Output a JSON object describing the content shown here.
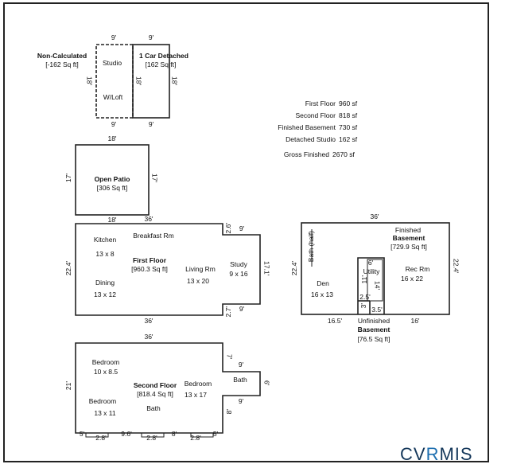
{
  "top": {
    "noncalc_title": "Non-Calculated",
    "noncalc_area": "[-162 Sq ft]",
    "garage_title": "1 Car Detached",
    "garage_area": "[162 Sq ft]",
    "studio": "Studio",
    "wloft": "W/Loft",
    "dim_9_a": "9'",
    "dim_9_b": "9'",
    "dim_9_c": "9'",
    "dim_9_d": "9'",
    "dim_18_a": "18'",
    "dim_18_b": "18'",
    "dim_18_c": "18'"
  },
  "summary": {
    "rows": [
      {
        "label": "First Floor",
        "value": "960 sf"
      },
      {
        "label": "Second Floor",
        "value": "818 sf"
      },
      {
        "label": "Finished Basement",
        "value": "730 sf"
      },
      {
        "label": "Detached Studio",
        "value": "162 sf"
      }
    ],
    "gross_label": "Gross Finished",
    "gross_value": "2670 sf"
  },
  "patio": {
    "title": "Open Patio",
    "area": "[306 Sq ft]",
    "dim_top": "18'",
    "dim_left": "17'",
    "dim_right": "17'",
    "dim_bottom": "18'"
  },
  "first_floor": {
    "title": "First Floor",
    "area": "[960.3 Sq ft]",
    "kitchen": "Kitchen",
    "kitchen_size": "13 x 8",
    "breakfast": "Breakfast Rm",
    "dining": "Dining",
    "dining_size": "13 x 12",
    "living": "Living Rm",
    "living_size": "13 x 20",
    "study": "Study",
    "study_size": "9 x 16",
    "dim_top": "36'",
    "dim_bottom": "36'",
    "dim_left": "22.4'",
    "dim_right": "17.1'",
    "dim_26": "2.6'",
    "dim_27": "2.7'",
    "dim_9_top": "9'",
    "dim_9_bottom": "9'"
  },
  "basement": {
    "dim_top": "36'",
    "finished": "Finished",
    "title": "Basement",
    "area": "[729.9 Sq ft]",
    "bath_half": "Bath (half)",
    "den": "Den",
    "den_size": "16 x 13",
    "utility": "Utility",
    "rec": "Rec Rm",
    "rec_size": "16 x 22",
    "dim_left": "22.4'",
    "dim_right": "22.4'",
    "dim_6": "6'",
    "dim_11": "11'",
    "dim_14": "14'",
    "dim_25": "2.5'",
    "dim_3": "3'",
    "dim_35": "3.5'",
    "dim_165": "16.5'",
    "dim_16": "16'",
    "unfinished": "Unfinished",
    "unf_title": "Basement",
    "unf_area": "[76.5 Sq ft]"
  },
  "second_floor": {
    "title": "Second Floor",
    "area": "[818.4 Sq ft]",
    "bedroom1": "Bedroom",
    "bedroom1_size": "10 x 8.5",
    "bedroom2": "Bedroom",
    "bedroom2_size": "13 x 11",
    "bedroom3": "Bedroom",
    "bedroom3_size": "13 x 17",
    "bath1": "Bath",
    "bath2": "Bath",
    "dim_top": "36'",
    "dim_left": "21'",
    "dim_7": "7'",
    "dim_9a": "9'",
    "dim_6": "6'",
    "dim_9b": "9'",
    "dim_8": "8'",
    "bottom_dims": [
      "5'",
      "2.8'",
      "9.6'",
      "2.8'",
      "8'",
      "2.8'",
      "5'"
    ]
  },
  "logo": {
    "part1": "CV",
    "pin": "R",
    "part2": "MIS"
  }
}
